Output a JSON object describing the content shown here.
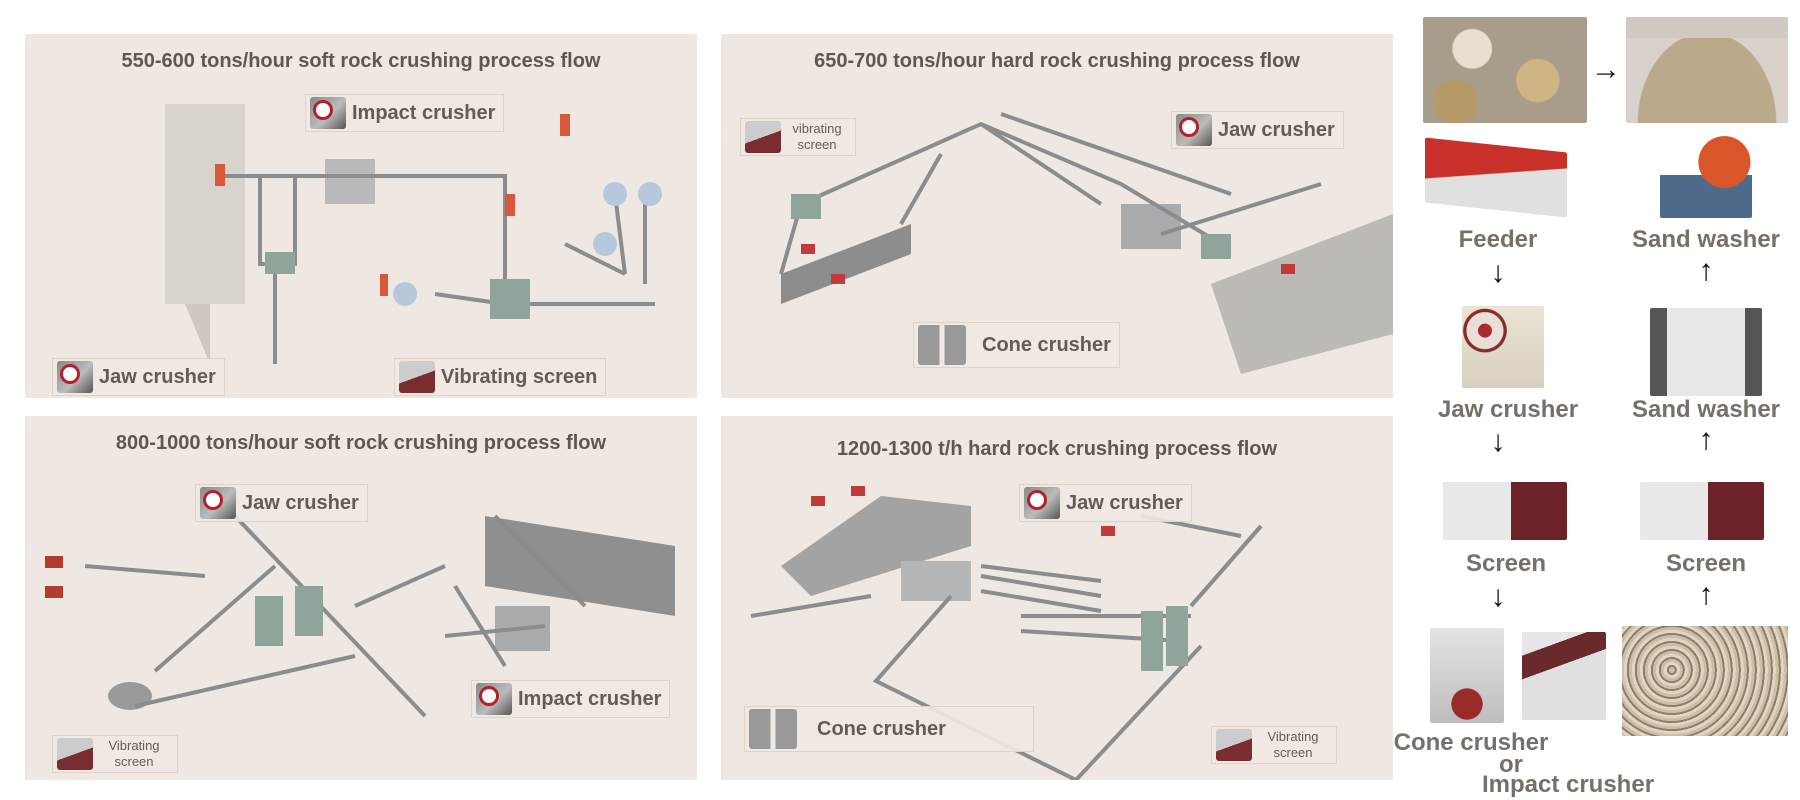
{
  "panels": [
    {
      "title": "550-600 tons/hour soft rock crushing process flow",
      "labels": [
        "Impact crusher",
        "Jaw crusher",
        "Vibrating screen"
      ]
    },
    {
      "title": "650-700 tons/hour hard rock crushing process flow",
      "labels": [
        "vibrating screen",
        "Jaw crusher",
        "Cone crusher"
      ]
    },
    {
      "title": "800-1000 tons/hour soft rock crushing process flow",
      "labels": [
        "Jaw crusher",
        "Impact crusher",
        "Vibrating screen"
      ]
    },
    {
      "title": "1200-1300 t/h hard rock crushing process flow",
      "labels": [
        "Jaw crusher",
        "Cone crusher",
        "Vibrating screen"
      ]
    }
  ],
  "flow": {
    "left": [
      "Feeder",
      "Jaw crusher",
      "Screen"
    ],
    "right": [
      "Sand washer",
      "Sand washer",
      "Screen"
    ],
    "bottom": {
      "cone": "Cone crusher",
      "or": "or",
      "impact": "Impact crusher"
    },
    "arrow_right": "→",
    "arrow_down": "↓",
    "arrow_up": "↑"
  },
  "colors": {
    "panel_bg": "#efe7e1",
    "label_text": "#625c56",
    "flow_text": "#777069"
  }
}
